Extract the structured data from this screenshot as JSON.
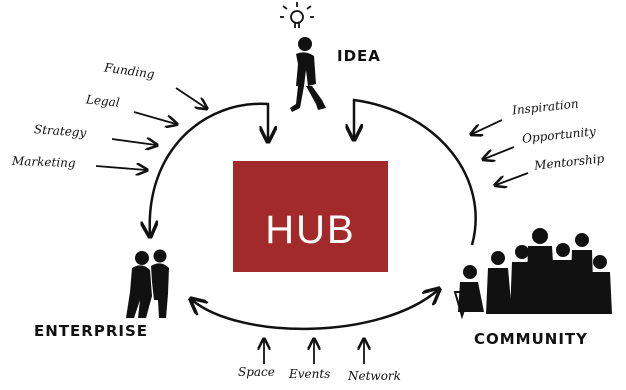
{
  "center": {
    "label": "HUB",
    "color": "#a32a2a"
  },
  "nodes": {
    "idea": "IDEA",
    "enterprise": "ENTERPRISE",
    "community": "COMMUNITY"
  },
  "enterprise_inputs": [
    "Funding",
    "Legal",
    "Strategy",
    "Marketing"
  ],
  "community_outputs": [
    "Inspiration",
    "Opportunity",
    "Mentorship"
  ],
  "bottom_inputs": [
    "Space",
    "Events",
    "Network"
  ]
}
